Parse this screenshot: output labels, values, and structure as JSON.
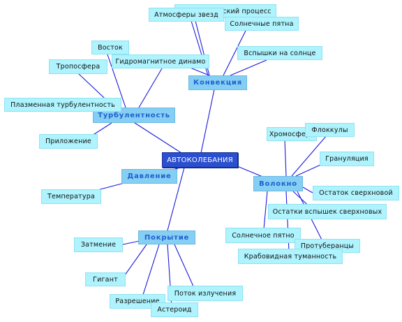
{
  "root": "АВТОКОЛЕБАНИЯ",
  "branches": {
    "convection": "Конвекция",
    "turbulence": "Турбулентность",
    "pressure": "Давление",
    "fiber": "Волокно",
    "coverage": "Покрытие"
  },
  "leaves": {
    "adiabatic": "Адиабатический процесс",
    "atmospheres": "Атмосферы звезд",
    "sunspots_top": "Солнечные пятна",
    "solar_flares": "Вспышки на солнце",
    "hydromagnetic": "Гидромагнитное динамо",
    "east": "Восток",
    "troposphere": "Тропосфера",
    "plasma": "Плазменная турбулентность",
    "application": "Приложение",
    "temperature": "Температура",
    "chromosphere": "Хромосфера",
    "floccules": "Флоккулы",
    "granulation": "Грануляция",
    "supernova_remnant": "Остаток сверхновой",
    "superflare_remnants": "Остатки вспышек сверхновых",
    "sunspot": "Солнечное пятно",
    "prominences": "Протуберанцы",
    "crab_nebula": "Крабовидная туманность",
    "eclipse": "Затмение",
    "giant": "Гигант",
    "resolution": "Разрешение",
    "asteroid": "Астероид",
    "radiation_flow": "Поток излучения"
  }
}
